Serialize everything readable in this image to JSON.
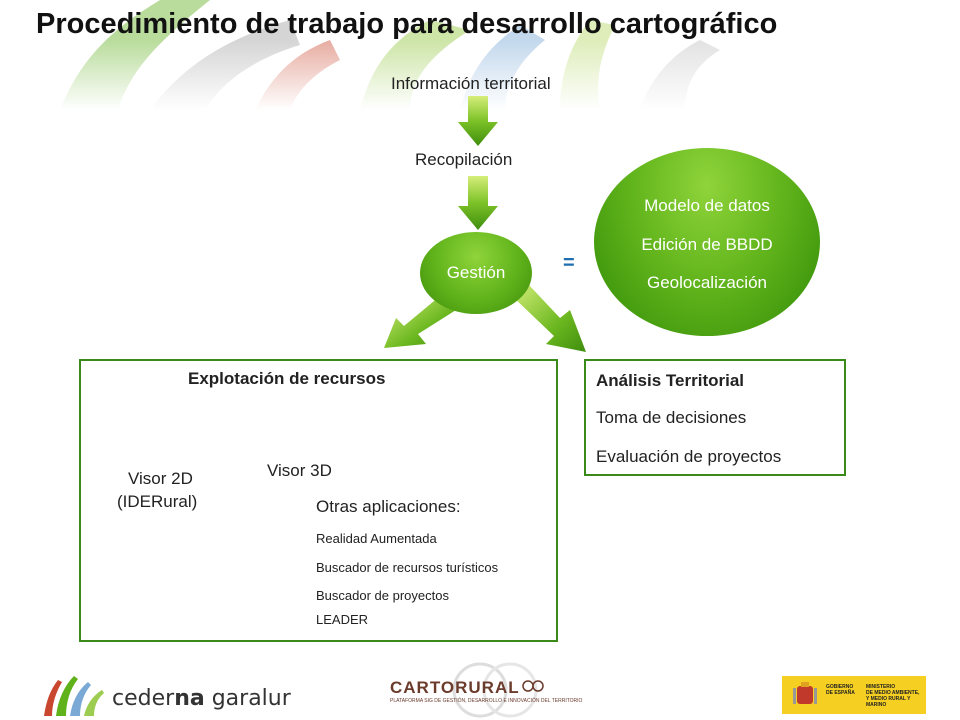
{
  "header": {
    "title": "Procedimiento de trabajo para desarrollo cartográfico"
  },
  "flow": {
    "informacion": "Información territorial",
    "recopilacion": "Recopilación",
    "gestion": "Gestión",
    "equals": "=",
    "modelo": [
      "Modelo de datos",
      "Edición de BBDD",
      "Geolocalización"
    ]
  },
  "explotacion": {
    "title": "Explotación de recursos",
    "visor2d_line1": "Visor 2D",
    "visor2d_line2": "(IDERural)",
    "visor3d": "Visor 3D",
    "otras_title": "Otras aplicaciones:",
    "otras_items": [
      "Realidad Aumentada",
      "Buscador de recursos turísticos",
      "Buscador de proyectos",
      "LEADER"
    ]
  },
  "analisis": {
    "title": "Análisis Territorial",
    "items": [
      "Toma de decisiones",
      "Evaluación de proyectos"
    ]
  },
  "footer": {
    "cederna_prefix": "ceder",
    "cederna_bold": "na",
    "cederna_suffix": " garalur",
    "cartorural": "CARTORURAL",
    "cartorural_sub": "PLATAFORMA SIG DE GESTIÓN, DESARROLLO E INNOVACIÓN DEL TERRITORIO",
    "gov_left": [
      "GOBIERNO",
      "DE ESPAÑA"
    ],
    "gov_right": [
      "MINISTERIO",
      "DE MEDIO AMBIENTE,",
      "Y MEDIO RURAL Y MARINO"
    ]
  },
  "colors": {
    "accent_green": "#5fb21a",
    "dark_green": "#3a8a1a",
    "equals_blue": "#1f6fb0",
    "gov_yellow": "#f5cf22"
  }
}
